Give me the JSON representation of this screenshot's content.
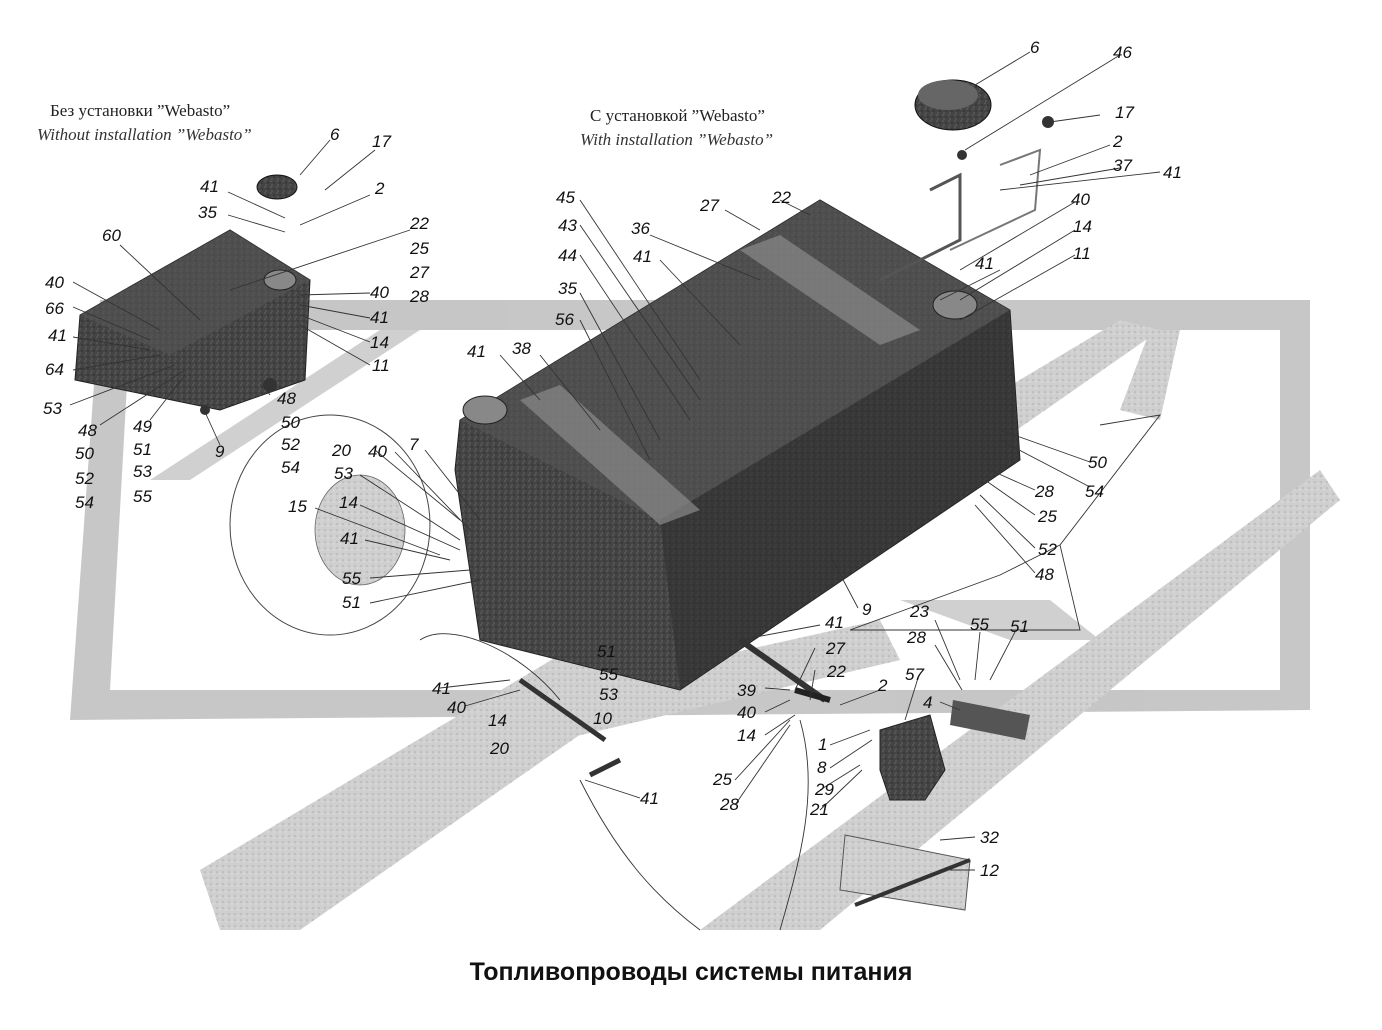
{
  "title": "Топливопроводы системы питания",
  "captions": {
    "without_ru": "Без установки ”Webasto”",
    "without_en": "Without installation ”Webasto”",
    "with_ru": "С установкой ”Webasto”",
    "with_en": "With installation ”Webasto”"
  },
  "callouts": {
    "left": [
      "6",
      "17",
      "41",
      "35",
      "2",
      "60",
      "22",
      "25",
      "27",
      "28",
      "40",
      "66",
      "41",
      "40",
      "41",
      "14",
      "64",
      "11",
      "53",
      "48",
      "50",
      "52",
      "54",
      "48",
      "49",
      "50",
      "51",
      "52",
      "53",
      "54",
      "55",
      "9"
    ],
    "main": [
      "6",
      "46",
      "17",
      "2",
      "37",
      "41",
      "45",
      "27",
      "22",
      "40",
      "43",
      "36",
      "14",
      "44",
      "41",
      "41",
      "11",
      "35",
      "56",
      "41",
      "38",
      "20",
      "40",
      "7",
      "53",
      "50",
      "14",
      "28",
      "54",
      "15",
      "25",
      "41",
      "52",
      "48",
      "55",
      "51",
      "9",
      "41",
      "51",
      "55",
      "53",
      "10",
      "41",
      "40",
      "14",
      "20",
      "27",
      "22",
      "39",
      "2",
      "40",
      "14",
      "1",
      "8",
      "25",
      "29",
      "28",
      "21",
      "41",
      "23",
      "28",
      "55",
      "51",
      "57",
      "4",
      "32",
      "12"
    ]
  },
  "colors": {
    "ink": "#111111",
    "machine": "#3a3a3a",
    "frame": "#b9b9b9",
    "background": "#ffffff"
  }
}
